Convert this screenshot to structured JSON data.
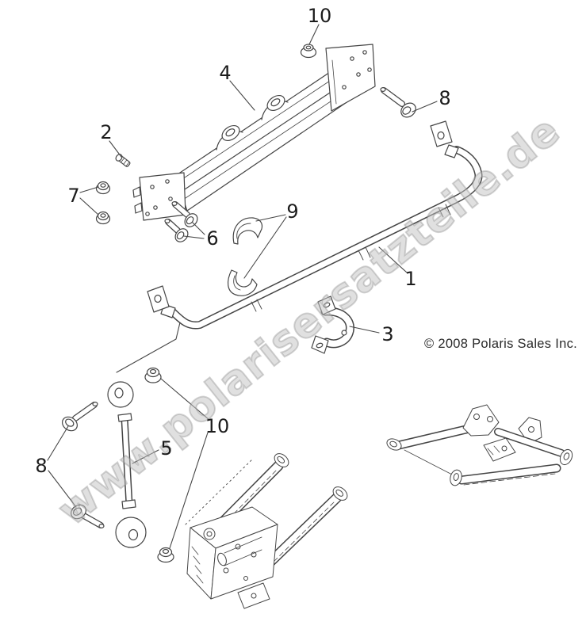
{
  "diagram": {
    "watermark": "www.polarisersatzteile.de",
    "copyright": "© 2008 Polaris Sales Inc.",
    "callouts": [
      {
        "label": "10"
      },
      {
        "label": "4"
      },
      {
        "label": "8"
      },
      {
        "label": "2"
      },
      {
        "label": "7"
      },
      {
        "label": "9"
      },
      {
        "label": "6"
      },
      {
        "label": "1"
      },
      {
        "label": "3"
      },
      {
        "label": "10"
      },
      {
        "label": "5"
      },
      {
        "label": "8"
      }
    ],
    "colors": {
      "line": "#454545",
      "label": "#1c1c1c",
      "watermark": "#c1c1c1",
      "background": "#ffffff"
    }
  }
}
